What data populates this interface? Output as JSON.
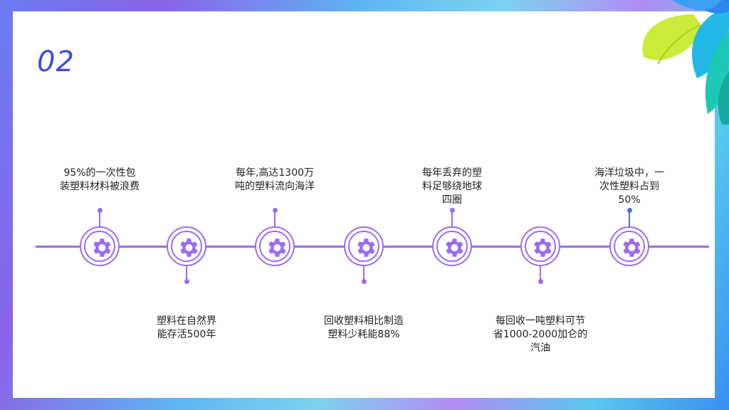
{
  "slide": {
    "number": "02"
  },
  "timeline": {
    "items": [
      {
        "text": "95%的一次性包\n装塑料材料被浪费",
        "position": "top"
      },
      {
        "text": "塑料在自然界\n能存活500年",
        "position": "bottom"
      },
      {
        "text": "每年,高达1300万\n吨的塑料流向海洋",
        "position": "top"
      },
      {
        "text": "回收塑料相比制造\n塑料少耗能88%",
        "position": "bottom"
      },
      {
        "text": "每年丢弃的塑\n料足够绕地球\n四圈",
        "position": "top"
      },
      {
        "text": "每回收一吨塑料可节\n省1000-2000加仑的\n汽油",
        "position": "bottom"
      },
      {
        "text": "海洋垃圾中，一\n次性塑料占到\n50%",
        "position": "top"
      }
    ]
  },
  "colors": {
    "accent": "#9b6cf0",
    "number": "#3a4fe0",
    "last_stem": "#4a72c8"
  },
  "icons": {
    "node_icon": "gear-icon",
    "decoration": "leaves"
  }
}
